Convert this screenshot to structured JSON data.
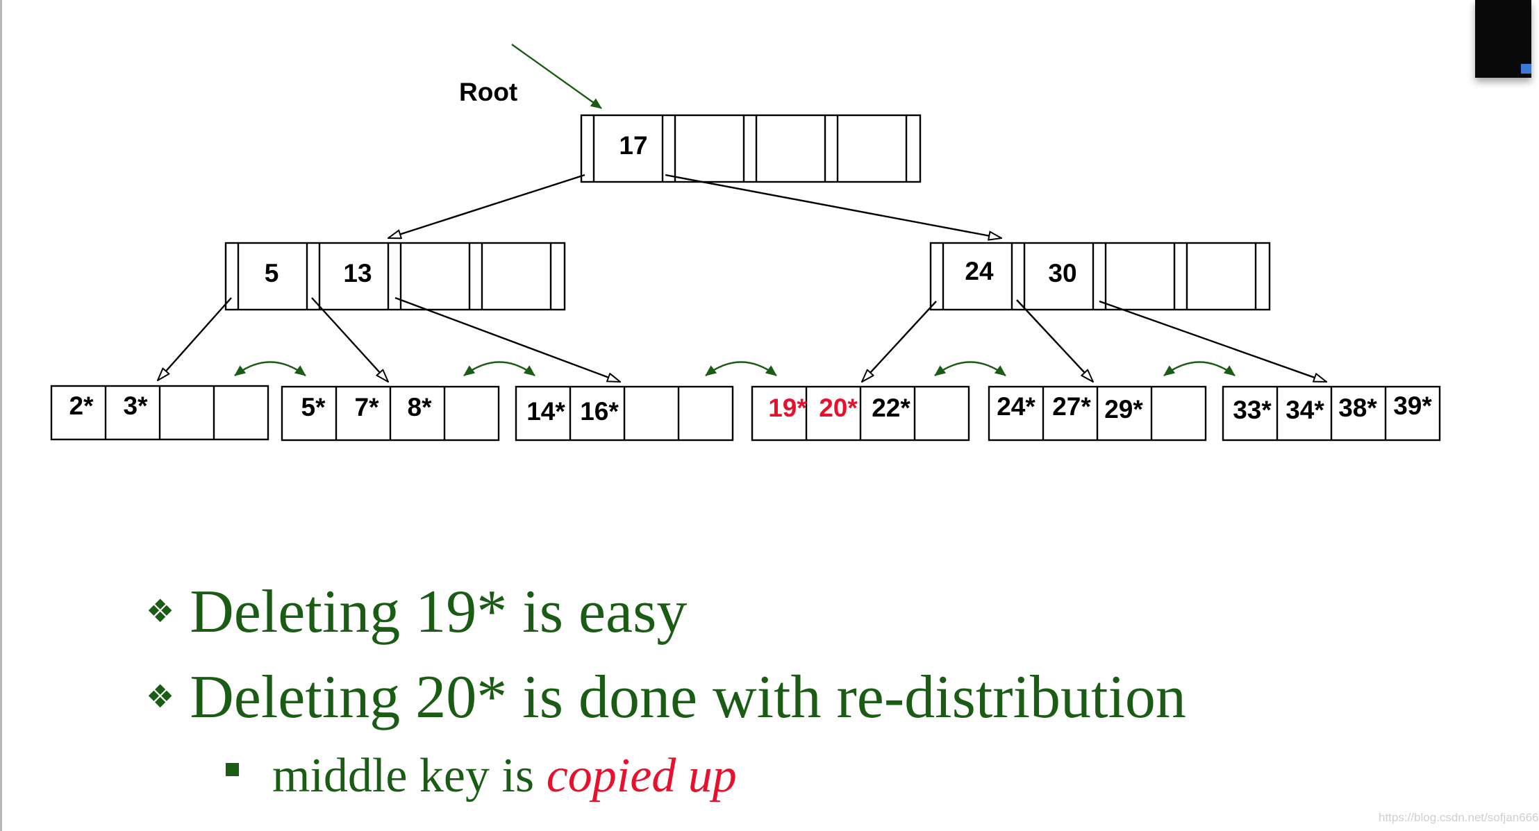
{
  "diagram": {
    "root_label": "Root",
    "root": {
      "keys": [
        "17",
        "",
        "",
        ""
      ]
    },
    "inner": [
      {
        "keys": [
          "5",
          "13",
          "",
          ""
        ]
      },
      {
        "keys": [
          "24",
          "30",
          "",
          ""
        ]
      }
    ],
    "leaves": [
      {
        "entries": [
          {
            "text": "2*"
          },
          {
            "text": "3*"
          },
          {
            "text": ""
          },
          {
            "text": ""
          }
        ]
      },
      {
        "entries": [
          {
            "text": "5*"
          },
          {
            "text": "7*"
          },
          {
            "text": "8*"
          },
          {
            "text": ""
          }
        ]
      },
      {
        "entries": [
          {
            "text": "14*"
          },
          {
            "text": "16*"
          },
          {
            "text": ""
          },
          {
            "text": ""
          }
        ]
      },
      {
        "entries": [
          {
            "text": "19*",
            "highlight": true
          },
          {
            "text": "20*",
            "highlight": true
          },
          {
            "text": "22*"
          },
          {
            "text": ""
          }
        ]
      },
      {
        "entries": [
          {
            "text": "24*"
          },
          {
            "text": "27*"
          },
          {
            "text": "29*"
          },
          {
            "text": ""
          }
        ]
      },
      {
        "entries": [
          {
            "text": "33*"
          },
          {
            "text": "34*"
          },
          {
            "text": "38*"
          },
          {
            "text": "39*"
          }
        ]
      }
    ],
    "colors": {
      "line": "#000000",
      "root_arrow": "#1a5c14",
      "sibling_link": "#1a5c14",
      "highlight": "#e8112d"
    }
  },
  "bullets": {
    "items": [
      {
        "glyph": "❖",
        "text": "Deleting 19* is easy"
      },
      {
        "glyph": "❖",
        "text": "Deleting 20* is done with re-distribution"
      }
    ],
    "sub": {
      "prefix": "middle key is ",
      "emphasis": "copied up"
    },
    "text_color": "#1a5c14",
    "emphasis_color": "#e8112d"
  },
  "watermark": "https://blog.csdn.net/sofjan666"
}
